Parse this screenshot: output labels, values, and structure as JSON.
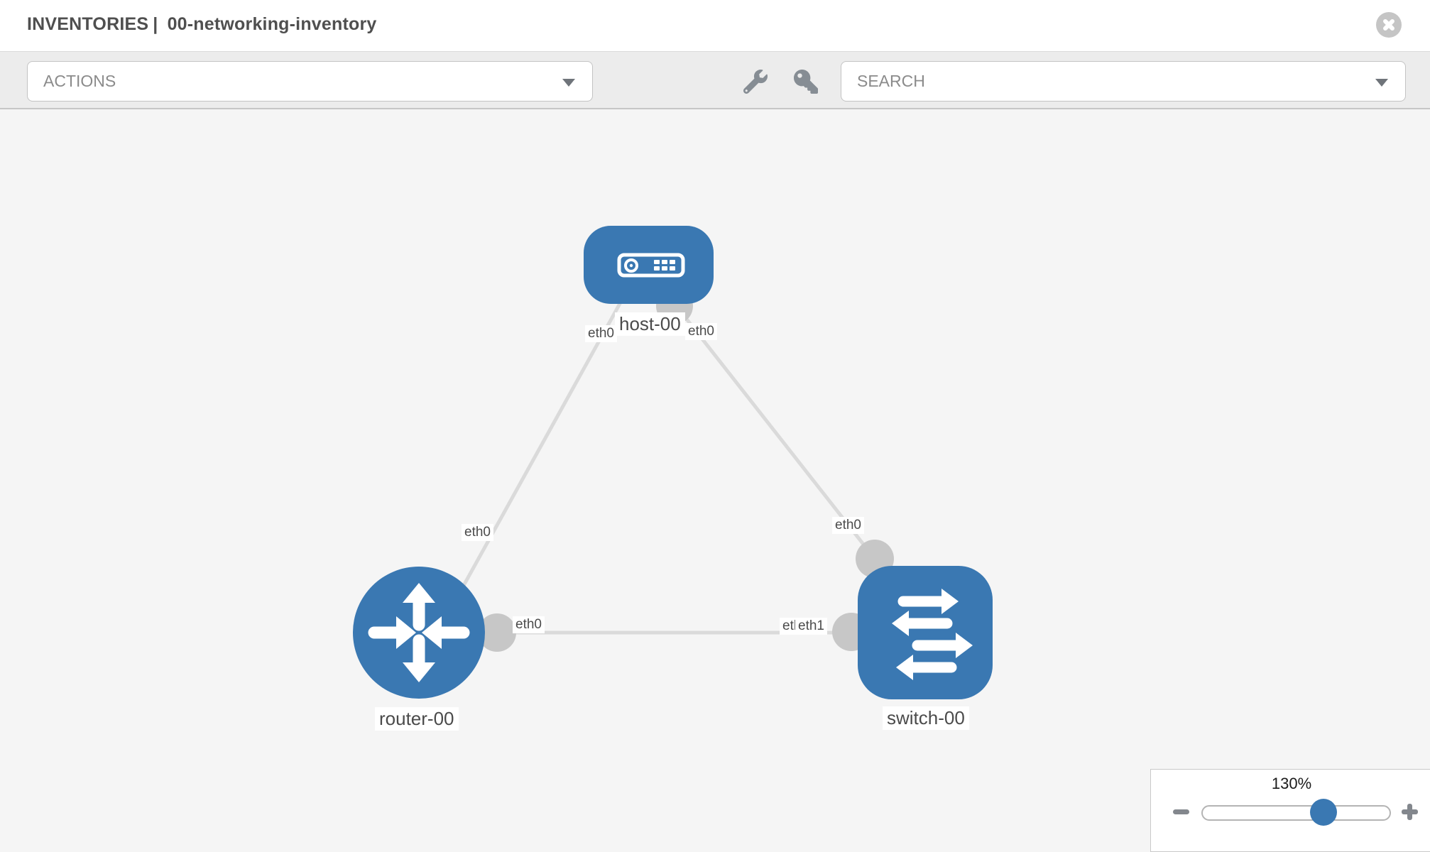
{
  "header": {
    "section": "INVENTORIES",
    "separator": "|",
    "inventory_name": "00-networking-inventory"
  },
  "toolbar": {
    "actions_label": "ACTIONS",
    "search_placeholder": "SEARCH",
    "icons": [
      "wrench-icon",
      "key-icon"
    ]
  },
  "topology": {
    "nodes": [
      {
        "id": "host-00",
        "type": "host",
        "label": "host-00"
      },
      {
        "id": "router-00",
        "type": "router",
        "label": "router-00"
      },
      {
        "id": "switch-00",
        "type": "switch",
        "label": "switch-00"
      }
    ],
    "links": [
      {
        "from": "router-00",
        "from_interface": "eth0",
        "to": "host-00",
        "to_interface": "eth0"
      },
      {
        "from": "switch-00",
        "from_interface": "eth0",
        "to": "host-00",
        "to_interface": "eth0"
      },
      {
        "from": "router-00",
        "from_interface": "eth0",
        "to": "switch-00",
        "to_interface": "eth1"
      }
    ],
    "labels": {
      "host": "host-00",
      "router": "router-00",
      "switch": "switch-00",
      "host_if_left": "eth0",
      "host_if_right": "eth0",
      "link_host_router_if": "eth0",
      "link_host_switch_if": "eth0",
      "link_mid_router_if": "eth0",
      "link_mid_hidden_if": "eth0",
      "link_mid_switch_if": "eth1"
    }
  },
  "zoom_control": {
    "value": "130%"
  },
  "colors": {
    "node_blue": "#3a78b2",
    "link_gray": "#dadada",
    "port_gray": "#c7c7c7",
    "icon_gray": "#868d94"
  }
}
